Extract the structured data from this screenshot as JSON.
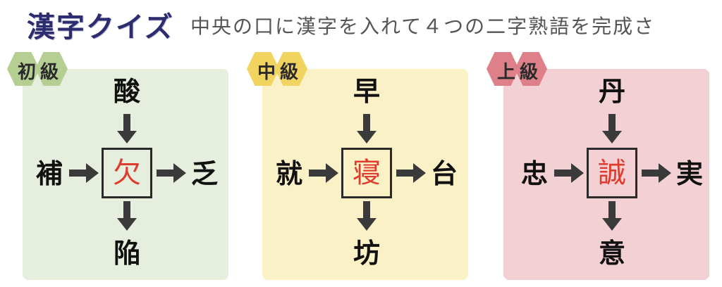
{
  "header": {
    "title": "漢字クイズ",
    "subtitle": "中央の口に漢字を入れて４つの二字熟語を完成さ"
  },
  "colors": {
    "beginner_panel": "#e6eedd",
    "beginner_badge": "#b5cf93",
    "intermediate_panel": "#fbf1c6",
    "intermediate_badge": "#f1d45f",
    "advanced_panel": "#f2d0d3",
    "advanced_badge": "#de8089",
    "answer": "#e03a2e",
    "arrow": "#3a3a3a"
  },
  "puzzles": [
    {
      "level": "初級",
      "top": "酸",
      "left": "補",
      "center": "欠",
      "right": "乏",
      "bottom": "陥"
    },
    {
      "level": "中級",
      "top": "早",
      "left": "就",
      "center": "寝",
      "right": "台",
      "bottom": "坊"
    },
    {
      "level": "上級",
      "top": "丹",
      "left": "忠",
      "center": "誠",
      "right": "実",
      "bottom": "意"
    }
  ]
}
